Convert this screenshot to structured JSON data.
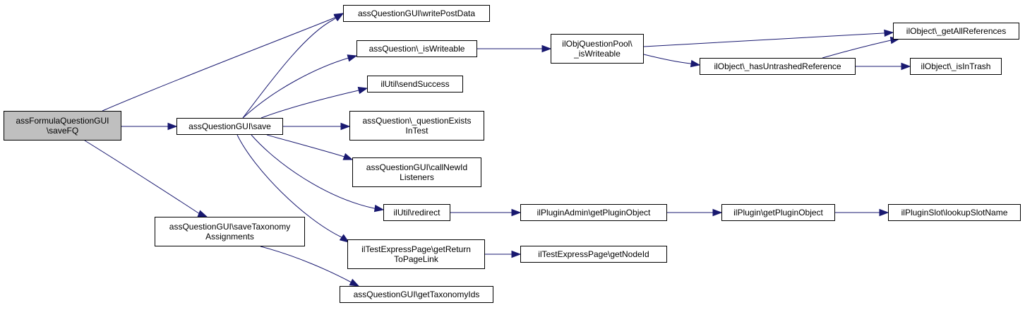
{
  "nodes": {
    "saveFQ": "assFormulaQuestionGUI\n\\saveFQ",
    "save": "assQuestionGUI\\save",
    "saveTaxonomyAssignments": "assQuestionGUI\\saveTaxonomy\nAssignments",
    "writePostData": "assQuestionGUI\\writePostData",
    "isWriteable": "assQuestion\\_isWriteable",
    "sendSuccess": "ilUtil\\sendSuccess",
    "questionExistsInTest": "assQuestion\\_questionExists\nInTest",
    "callNewIdListeners": "assQuestionGUI\\callNewId\nListeners",
    "redirect": "ilUtil\\redirect",
    "getReturnToPageLink": "ilTestExpressPage\\getReturn\nToPageLink",
    "getTaxonomyIds": "assQuestionGUI\\getTaxonomyIds",
    "poolIsWriteable": "ilObjQuestionPool\\\n_isWriteable",
    "getPluginObjectAdmin": "ilPluginAdmin\\getPluginObject",
    "getNodeId": "ilTestExpressPage\\getNodeId",
    "getAllReferences": "ilObject\\_getAllReferences",
    "hasUntrashedReference": "ilObject\\_hasUntrashedReference",
    "isInTrash": "ilObject\\_isInTrash",
    "getPluginObject": "ilPlugin\\getPluginObject",
    "lookupSlotName": "ilPluginSlot\\lookupSlotName"
  },
  "colors": {
    "edge": "#191970",
    "node_border": "#000000",
    "node_fill": "#ffffff",
    "root_fill": "#bfbfbf"
  }
}
